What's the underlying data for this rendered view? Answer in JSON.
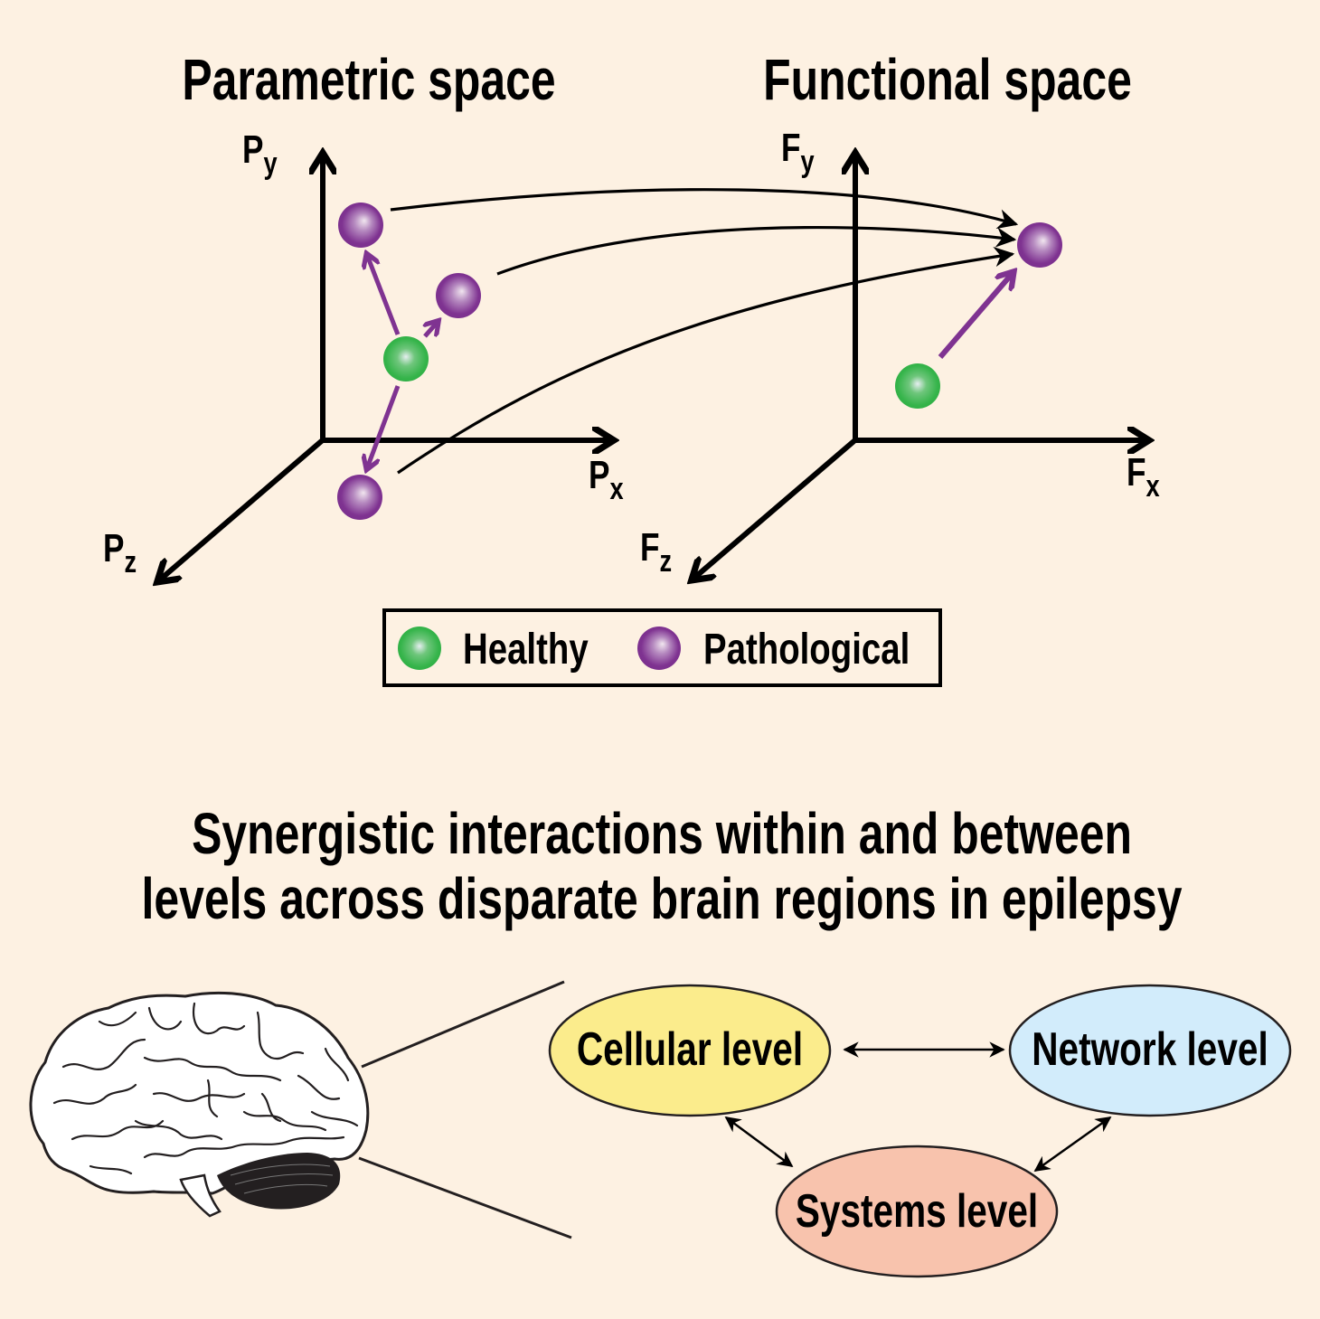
{
  "top_section": {
    "parametric": {
      "title": "Parametric space",
      "axes": {
        "y": {
          "main": "P",
          "sub": "y"
        },
        "x": {
          "main": "P",
          "sub": "x"
        },
        "z": {
          "main": "P",
          "sub": "z"
        }
      }
    },
    "functional": {
      "title": "Functional space",
      "axes": {
        "y": {
          "main": "F",
          "sub": "y"
        },
        "x": {
          "main": "F",
          "sub": "x"
        },
        "z": {
          "main": "F",
          "sub": "z"
        }
      }
    },
    "legend": {
      "items": [
        {
          "label": "Healthy",
          "color": "#35b44a"
        },
        {
          "label": "Pathological",
          "color": "#7f3391"
        }
      ]
    }
  },
  "bottom_section": {
    "title_line1": "Synergistic interactions within and between",
    "title_line2": "levels across disparate brain regions in epilepsy",
    "levels": [
      {
        "label": "Cellular level",
        "color": "#fbec8c"
      },
      {
        "label": "Network level",
        "color": "#d2ecfb"
      },
      {
        "label": "Systems level",
        "color": "#f8c3ad"
      }
    ]
  },
  "colors": {
    "background": "#fdf1e2",
    "healthy": "#35b44a",
    "pathological": "#7f3391",
    "arrow": "#7f3391"
  }
}
